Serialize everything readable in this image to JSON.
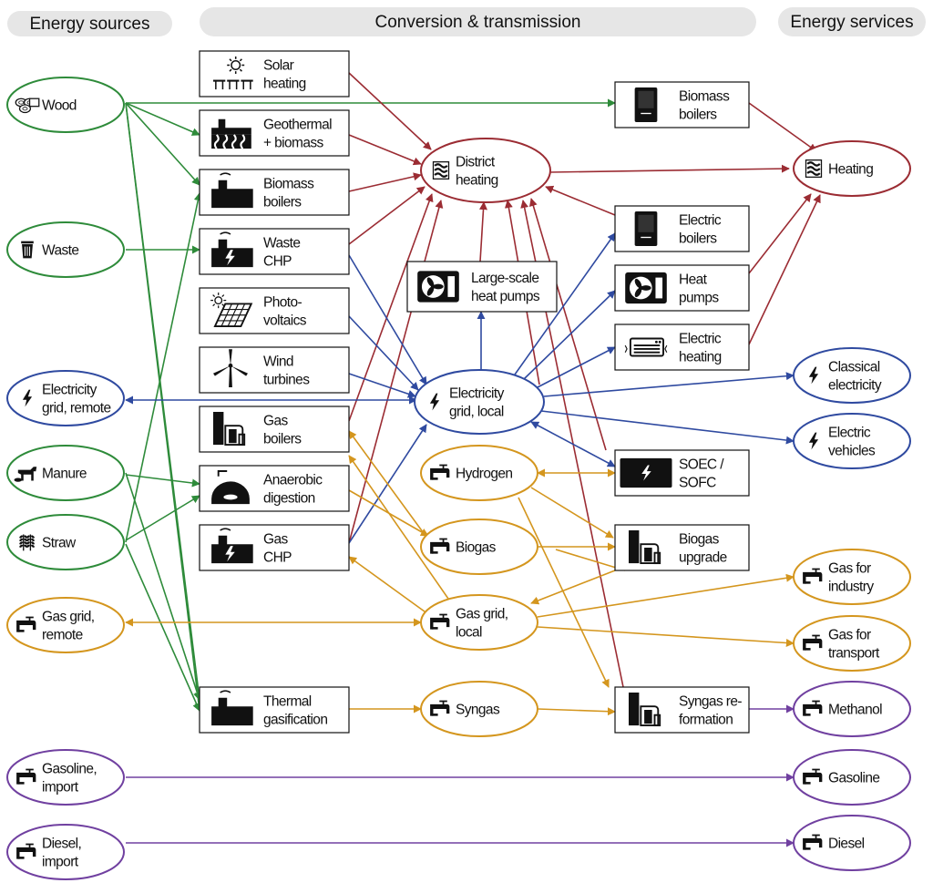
{
  "headers": [
    {
      "label": "Energy sources"
    },
    {
      "label": "Conversion & transmission"
    },
    {
      "label": "Energy services"
    }
  ],
  "colors": {
    "heat": "#9b2c33",
    "biomass": "#2e8b3a",
    "electricity": "#2f4aa0",
    "gas": "#d4961e",
    "liquid": "#7040a0",
    "header_bg": "#e6e6e6"
  },
  "nodes": {
    "wood": {
      "lines": [
        "Wood"
      ],
      "icon": "logs-icon"
    },
    "waste": {
      "lines": [
        "Waste"
      ],
      "icon": "trash-bin-icon"
    },
    "elgrid_remote": {
      "lines": [
        "Electricity",
        "grid, remote"
      ],
      "icon": "lightning-icon"
    },
    "manure": {
      "lines": [
        "Manure"
      ],
      "icon": "cow-icon"
    },
    "straw": {
      "lines": [
        "Straw"
      ],
      "icon": "wheat-icon"
    },
    "gasgrid_remote": {
      "lines": [
        "Gas grid,",
        "remote"
      ],
      "icon": "gas-tap-icon"
    },
    "gasoline_import": {
      "lines": [
        "Gasoline,",
        "import"
      ],
      "icon": "gas-tap-icon"
    },
    "diesel_import": {
      "lines": [
        "Diesel,",
        "import"
      ],
      "icon": "gas-tap-icon"
    },
    "solar_heating": {
      "lines": [
        "Solar",
        "heating"
      ],
      "icon": "solar-collector-icon"
    },
    "geothermal": {
      "lines": [
        "Geothermal",
        "+ biomass"
      ],
      "icon": "geothermal-plant-icon"
    },
    "biomass_boilers_plant": {
      "lines": [
        "Biomass",
        "boilers"
      ],
      "icon": "factory-icon"
    },
    "waste_chp": {
      "lines": [
        "Waste",
        "CHP"
      ],
      "icon": "chp-plant-icon"
    },
    "photovoltaics": {
      "lines": [
        "Photo-",
        "voltaics"
      ],
      "icon": "solar-panel-icon"
    },
    "wind": {
      "lines": [
        "Wind",
        "turbines"
      ],
      "icon": "wind-turbine-icon"
    },
    "gas_boilers": {
      "lines": [
        "Gas",
        "boilers"
      ],
      "icon": "gas-boiler-icon"
    },
    "anaerobic": {
      "lines": [
        "Anaerobic",
        "digestion"
      ],
      "icon": "digester-icon"
    },
    "gas_chp": {
      "lines": [
        "Gas",
        "CHP"
      ],
      "icon": "chp-plant-icon"
    },
    "thermal_gasification": {
      "lines": [
        "Thermal",
        "gasification"
      ],
      "icon": "factory-icon"
    },
    "district_heating": {
      "lines": [
        "District",
        "heating"
      ],
      "icon": "heat-waves-icon"
    },
    "large_hp": {
      "lines": [
        "Large-scale",
        "heat pumps"
      ],
      "icon": "heat-pump-icon"
    },
    "elgrid_local": {
      "lines": [
        "Electricity",
        "grid, local"
      ],
      "icon": "lightning-icon"
    },
    "hydrogen": {
      "lines": [
        "Hydrogen"
      ],
      "icon": "gas-tap-icon"
    },
    "biogas": {
      "lines": [
        "Biogas"
      ],
      "icon": "gas-tap-icon"
    },
    "gasgrid_local": {
      "lines": [
        "Gas grid,",
        "local"
      ],
      "icon": "gas-tap-icon"
    },
    "syngas": {
      "lines": [
        "Syngas"
      ],
      "icon": "gas-tap-icon"
    },
    "biomass_boilers_home": {
      "lines": [
        "Biomass",
        "boilers"
      ],
      "icon": "boiler-icon"
    },
    "electric_boilers": {
      "lines": [
        "Electric",
        "boilers"
      ],
      "icon": "boiler-icon"
    },
    "heat_pumps": {
      "lines": [
        "Heat",
        "pumps"
      ],
      "icon": "heat-pump-icon"
    },
    "electric_heating": {
      "lines": [
        "Electric",
        "heating"
      ],
      "icon": "electric-heater-icon"
    },
    "soec": {
      "lines": [
        "SOEC /",
        "SOFC"
      ],
      "icon": "fuel-cell-icon"
    },
    "biogas_upgrade": {
      "lines": [
        "Biogas",
        "upgrade"
      ],
      "icon": "gas-boiler-icon"
    },
    "syngas_reformation": {
      "lines": [
        "Syngas re-",
        "formation"
      ],
      "icon": "gas-boiler-icon"
    },
    "heating": {
      "lines": [
        "Heating"
      ],
      "icon": "heat-waves-icon"
    },
    "classical_el": {
      "lines": [
        "Classical",
        "electricity"
      ],
      "icon": "lightning-icon"
    },
    "ev": {
      "lines": [
        "Electric",
        "vehicles"
      ],
      "icon": "lightning-icon"
    },
    "gas_industry": {
      "lines": [
        "Gas for",
        "industry"
      ],
      "icon": "gas-tap-icon"
    },
    "gas_transport": {
      "lines": [
        "Gas for",
        "transport"
      ],
      "icon": "gas-tap-icon"
    },
    "methanol": {
      "lines": [
        "Methanol"
      ],
      "icon": "gas-tap-icon"
    },
    "gasoline": {
      "lines": [
        "Gasoline"
      ],
      "icon": "gas-tap-icon"
    },
    "diesel": {
      "lines": [
        "Diesel"
      ],
      "icon": "gas-tap-icon"
    }
  }
}
